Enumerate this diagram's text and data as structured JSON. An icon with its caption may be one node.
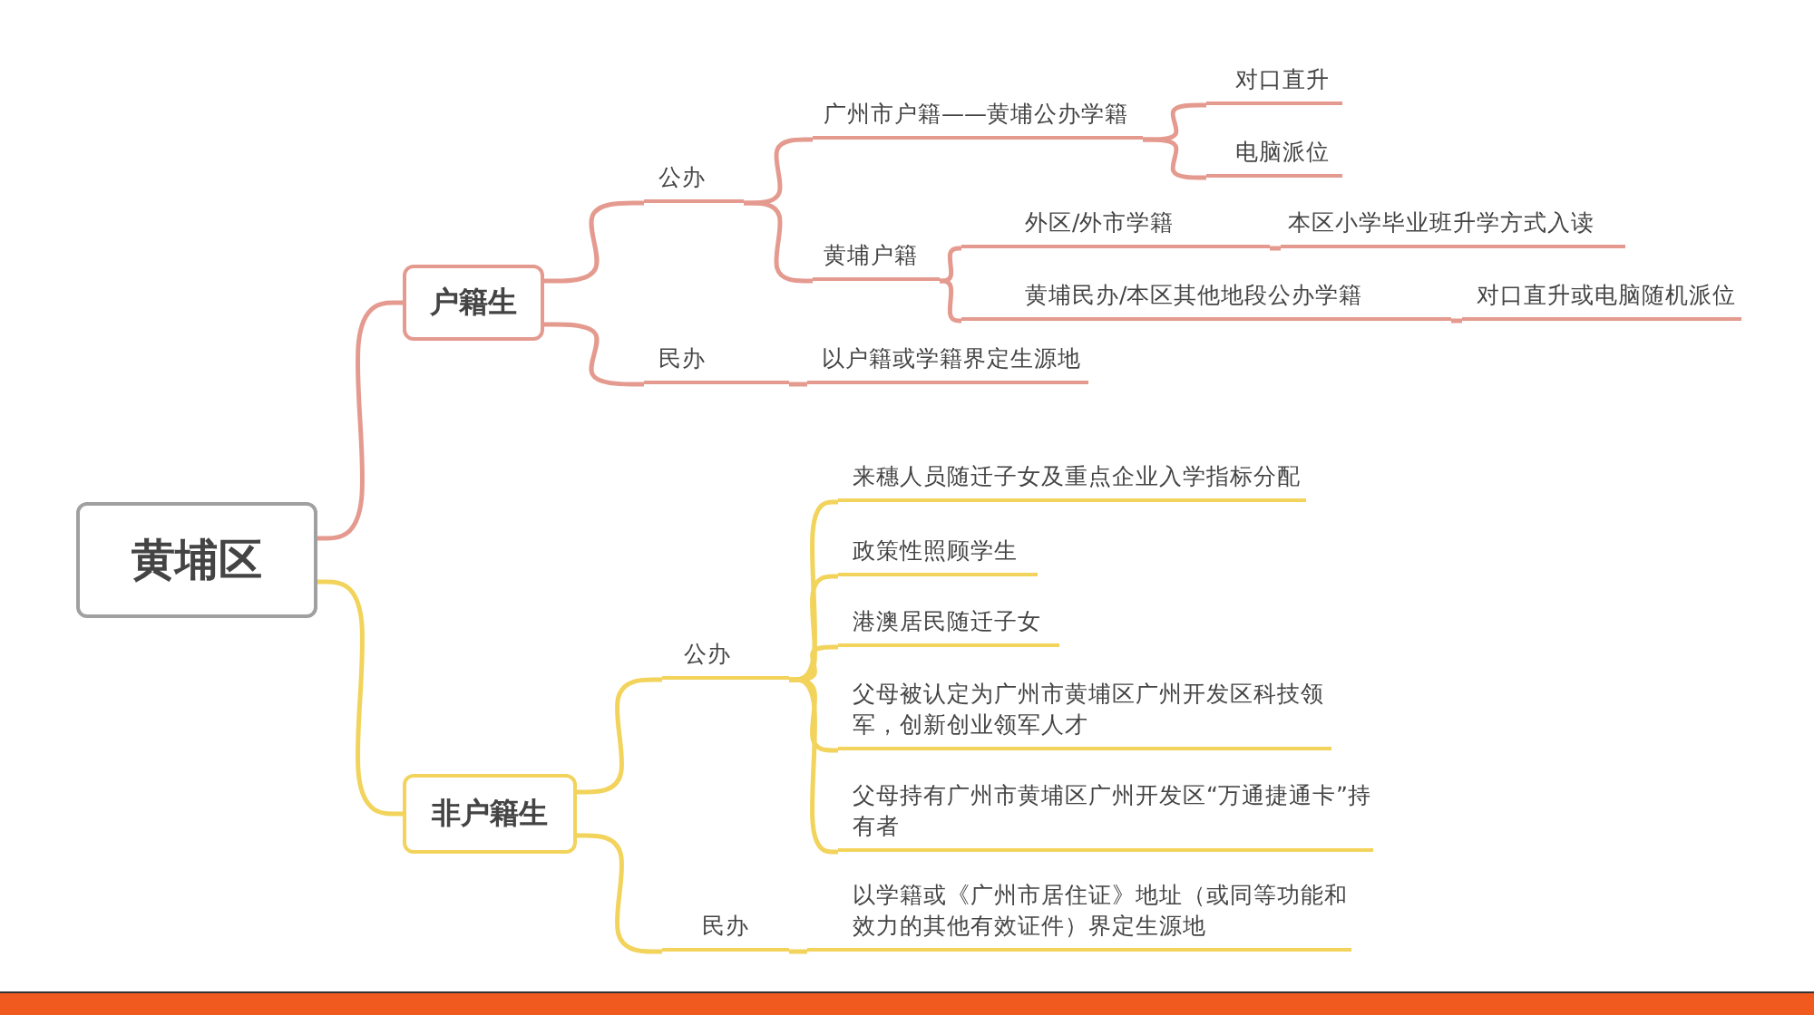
{
  "diagram": {
    "nodes": [
      {
        "text": [
          "黄埔区"
        ]
      },
      {
        "text": [
          "户籍生"
        ]
      },
      {
        "text": [
          "公办"
        ]
      },
      {
        "text": [
          "广州市户籍——黄埔公办学籍"
        ]
      },
      {
        "text": [
          "对口直升"
        ]
      },
      {
        "text": [
          "电脑派位"
        ]
      },
      {
        "text": [
          "黄埔户籍"
        ]
      },
      {
        "text": [
          "外区/外市学籍"
        ]
      },
      {
        "text": [
          "本区小学毕业班升学方式入读"
        ]
      },
      {
        "text": [
          "黄埔民办/本区其他地段公办学籍"
        ]
      },
      {
        "text": [
          "对口直升或电脑随机派位"
        ]
      },
      {
        "text": [
          "民办"
        ]
      },
      {
        "text": [
          "以户籍或学籍界定生源地"
        ]
      },
      {
        "text": [
          "非户籍生"
        ]
      },
      {
        "text": [
          "公办"
        ]
      },
      {
        "text": [
          "来穗人员随迁子女及重点企业入学指标分配"
        ]
      },
      {
        "text": [
          "政策性照顾学生"
        ]
      },
      {
        "text": [
          "港澳居民随迁子女"
        ]
      },
      {
        "text": [
          "父母被认定为广州市黄埔区广州开发区科技领军，创新创业领军人才"
        ]
      },
      {
        "text": [
          "父母持有广州市黄埔区广州开发区“万通捷通卡”持有者"
        ]
      },
      {
        "text": [
          "民办"
        ]
      },
      {
        "text": [
          "以学籍或《广州市居住证》地址（或同等功能和效力的其他有效证件）界定生源地"
        ]
      }
    ],
    "edges": [
      {
        "from": 0,
        "to": 1,
        "arrow": "none"
      },
      {
        "from": 1,
        "to": 2,
        "arrow": "none"
      },
      {
        "from": 2,
        "to": 3,
        "arrow": "none"
      },
      {
        "from": 3,
        "to": 4,
        "arrow": "none"
      },
      {
        "from": 3,
        "to": 5,
        "arrow": "none"
      },
      {
        "from": 2,
        "to": 6,
        "arrow": "none"
      },
      {
        "from": 6,
        "to": 7,
        "arrow": "none"
      },
      {
        "from": 7,
        "to": 8,
        "arrow": "none"
      },
      {
        "from": 6,
        "to": 9,
        "arrow": "none"
      },
      {
        "from": 9,
        "to": 10,
        "arrow": "none"
      },
      {
        "from": 1,
        "to": 11,
        "arrow": "none"
      },
      {
        "from": 11,
        "to": 12,
        "arrow": "none"
      },
      {
        "from": 0,
        "to": 13,
        "arrow": "none",
        "color": "#f2d35b"
      },
      {
        "from": 13,
        "to": 14,
        "arrow": "none",
        "color": "#f2d35b"
      },
      {
        "from": 14,
        "to": 15,
        "arrow": "none",
        "color": "#f2d35b"
      },
      {
        "from": 14,
        "to": 16,
        "arrow": "none",
        "color": "#f2d35b"
      },
      {
        "from": 14,
        "to": 17,
        "arrow": "none",
        "color": "#f2d35b"
      },
      {
        "from": 14,
        "to": 18,
        "arrow": "none",
        "color": "#f2d35b"
      },
      {
        "from": 14,
        "to": 19,
        "arrow": "none",
        "color": "#f2d35b"
      },
      {
        "from": 13,
        "to": 20,
        "arrow": "none",
        "color": "#f2d35b"
      },
      {
        "from": 20,
        "to": 21,
        "arrow": "none",
        "color": "#f2d35b"
      }
    ]
  }
}
